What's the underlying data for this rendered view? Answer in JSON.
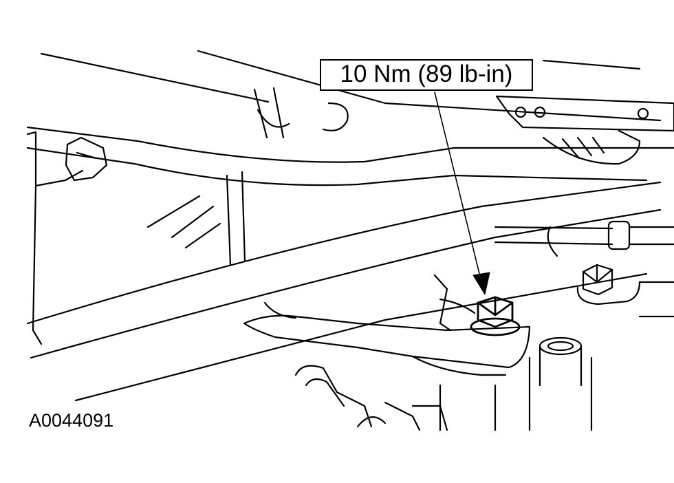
{
  "callout": {
    "torque": "10 Nm (89 lb-in)"
  },
  "figure": {
    "id": "A0044091"
  },
  "colors": {
    "ink": "#000000",
    "paper": "#ffffff"
  },
  "parts": [
    "bracket",
    "bolt",
    "tube",
    "hose",
    "mount"
  ]
}
